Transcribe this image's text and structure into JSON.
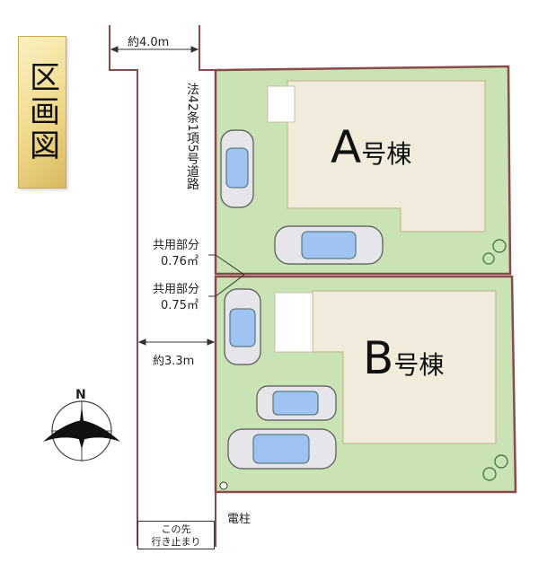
{
  "title": "区画図",
  "road": {
    "width_top": "約4.0m",
    "description": "法42条1項5号道路",
    "width_mid": "約3.3m",
    "dead_end": [
      "この先",
      "行き止まり"
    ],
    "pole": "電柱"
  },
  "shared": {
    "label": "共用部分",
    "area_a": "0.76㎡",
    "area_b": "0.75㎡"
  },
  "lots": {
    "a": {
      "letter": "A",
      "suffix": "号棟"
    },
    "b": {
      "letter": "B",
      "suffix": "号棟"
    }
  },
  "compass": {
    "north": "N"
  },
  "colors": {
    "lot_fill": "#c9e3b5",
    "building_fill": "#f1ebdc",
    "boundary": "#8a4a4a"
  }
}
